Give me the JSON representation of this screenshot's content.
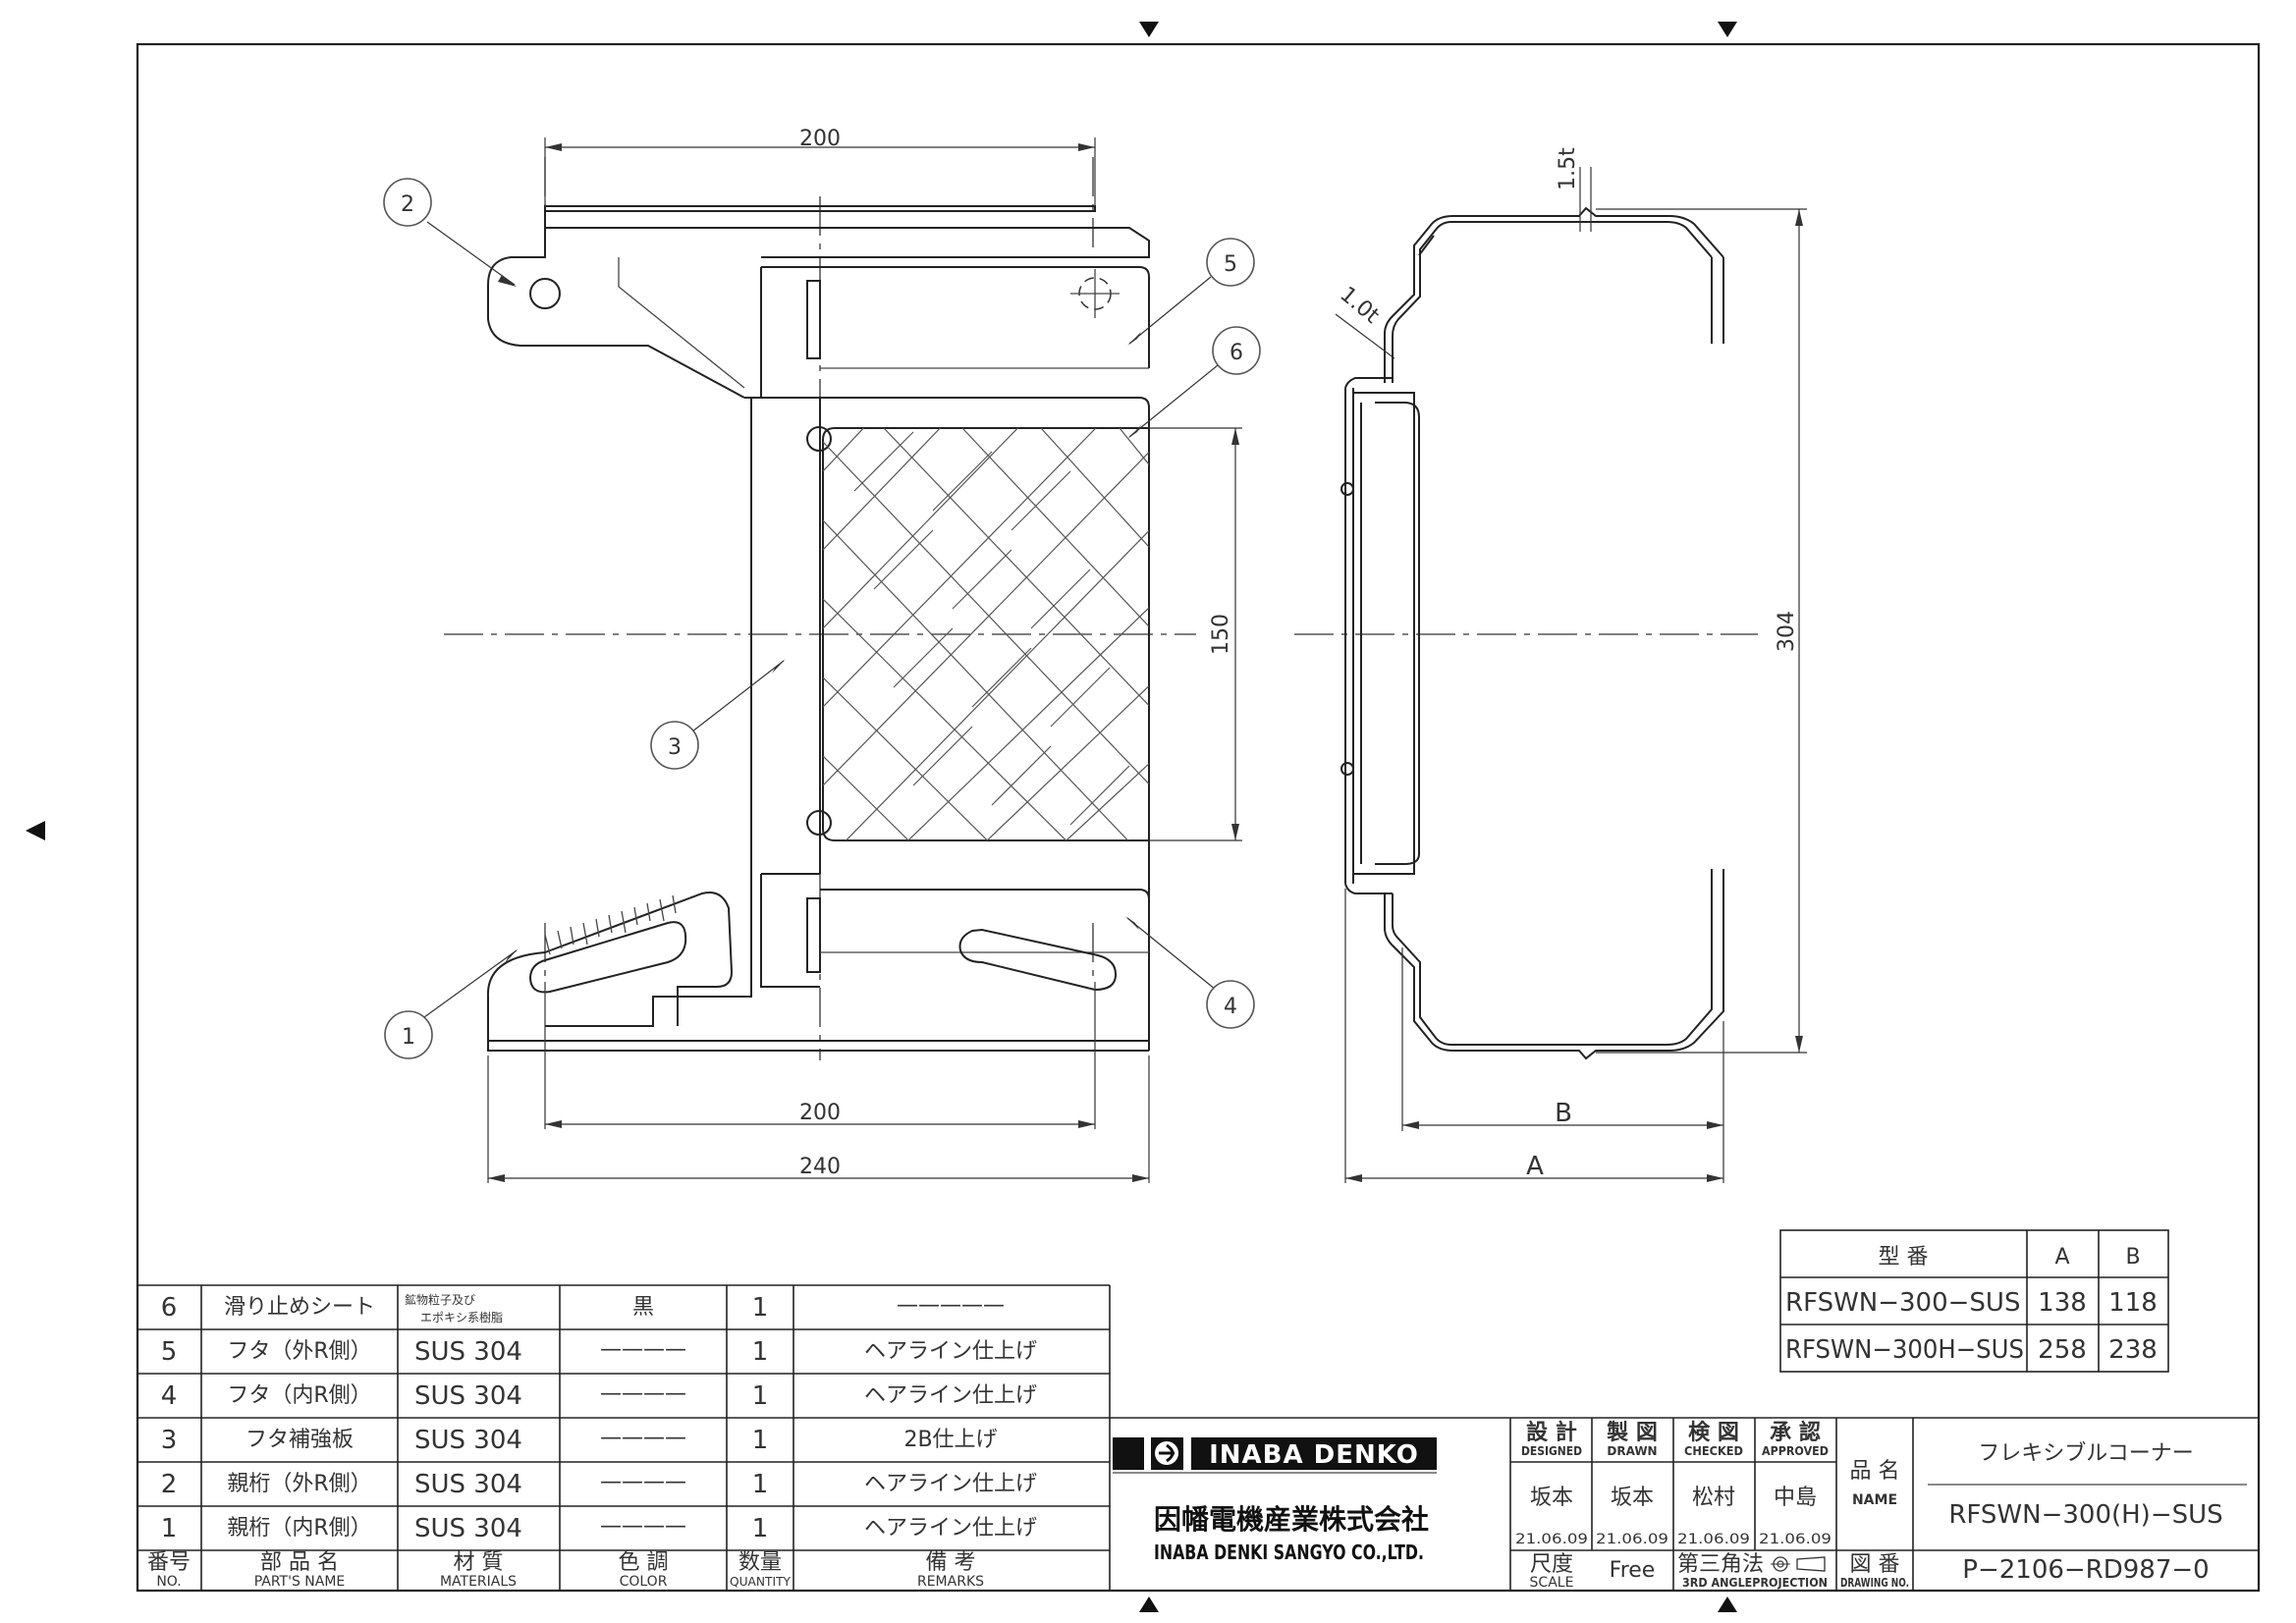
{
  "drawing": {
    "dimensions": {
      "top_width": "200",
      "bottom_inner_width": "200",
      "bottom_overall_width": "240",
      "window_height": "150",
      "side_height": "304",
      "thickness_top": "1.5t",
      "thickness_side": "1.0t",
      "side_b": "B",
      "side_a": "A"
    },
    "balloons": [
      "1",
      "2",
      "3",
      "4",
      "5",
      "6"
    ]
  },
  "model_table": {
    "headers": [
      "型 番",
      "A",
      "B"
    ],
    "rows": [
      [
        "RFSWN−300−SUS",
        "138",
        "118"
      ],
      [
        "RFSWN−300H−SUS",
        "258",
        "238"
      ]
    ]
  },
  "parts_list": {
    "rows": [
      {
        "no": "6",
        "name": "滑り止めシート",
        "material_line1": "鉱物粒子及び",
        "material_line2": "エポキシ系樹脂",
        "color": "黒",
        "qty": "1",
        "remarks": "—————"
      },
      {
        "no": "5",
        "name": "フタ（外R側）",
        "material": "SUS 304",
        "color": "————",
        "qty": "1",
        "remarks": "ヘアライン仕上げ"
      },
      {
        "no": "4",
        "name": "フタ（内R側）",
        "material": "SUS 304",
        "color": "————",
        "qty": "1",
        "remarks": "ヘアライン仕上げ"
      },
      {
        "no": "3",
        "name": "フタ補強板",
        "material": "SUS 304",
        "color": "————",
        "qty": "1",
        "remarks": "2B仕上げ"
      },
      {
        "no": "2",
        "name": "親桁（外R側）",
        "material": "SUS 304",
        "color": "————",
        "qty": "1",
        "remarks": "ヘアライン仕上げ"
      },
      {
        "no": "1",
        "name": "親桁（内R側）",
        "material": "SUS 304",
        "color": "————",
        "qty": "1",
        "remarks": "ヘアライン仕上げ"
      }
    ],
    "headers": [
      {
        "jp": "番号",
        "en": "NO."
      },
      {
        "jp": "部 品 名",
        "en": "PART'S NAME"
      },
      {
        "jp": "材 質",
        "en": "MATERIALS"
      },
      {
        "jp": "色 調",
        "en": "COLOR"
      },
      {
        "jp": "数量",
        "en": "QUANTITY"
      },
      {
        "jp": "備 考",
        "en": "REMARKS"
      }
    ]
  },
  "title_block": {
    "brand": "INABA DENKO",
    "company_jp": "因幡電機産業株式会社",
    "company_en": "INABA DENKI SANGYO CO.,LTD.",
    "roles": [
      {
        "jp": "設 計",
        "en": "DESIGNED",
        "name": "坂本",
        "date": "21.06.09"
      },
      {
        "jp": "製 図",
        "en": "DRAWN",
        "name": "坂本",
        "date": "21.06.09"
      },
      {
        "jp": "検 図",
        "en": "CHECKED",
        "name": "松村",
        "date": "21.06.09"
      },
      {
        "jp": "承 認",
        "en": "APPROVED",
        "name": "中島",
        "date": "21.06.09"
      }
    ],
    "name_label_jp": "品 名",
    "name_label_en": "NAME",
    "product_name": "フレキシブルコーナー",
    "product_code": "RFSWN−300(H)−SUS",
    "scale_label_jp": "尺度",
    "scale_label_en": "SCALE",
    "scale_value": "Free",
    "projection_jp": "第三角法",
    "projection_en": "3RD ANGLEPROJECTION",
    "drawing_no_label_jp": "図 番",
    "drawing_no_label_en": "DRAWING NO.",
    "drawing_no": "P−2106−RD987−0"
  }
}
